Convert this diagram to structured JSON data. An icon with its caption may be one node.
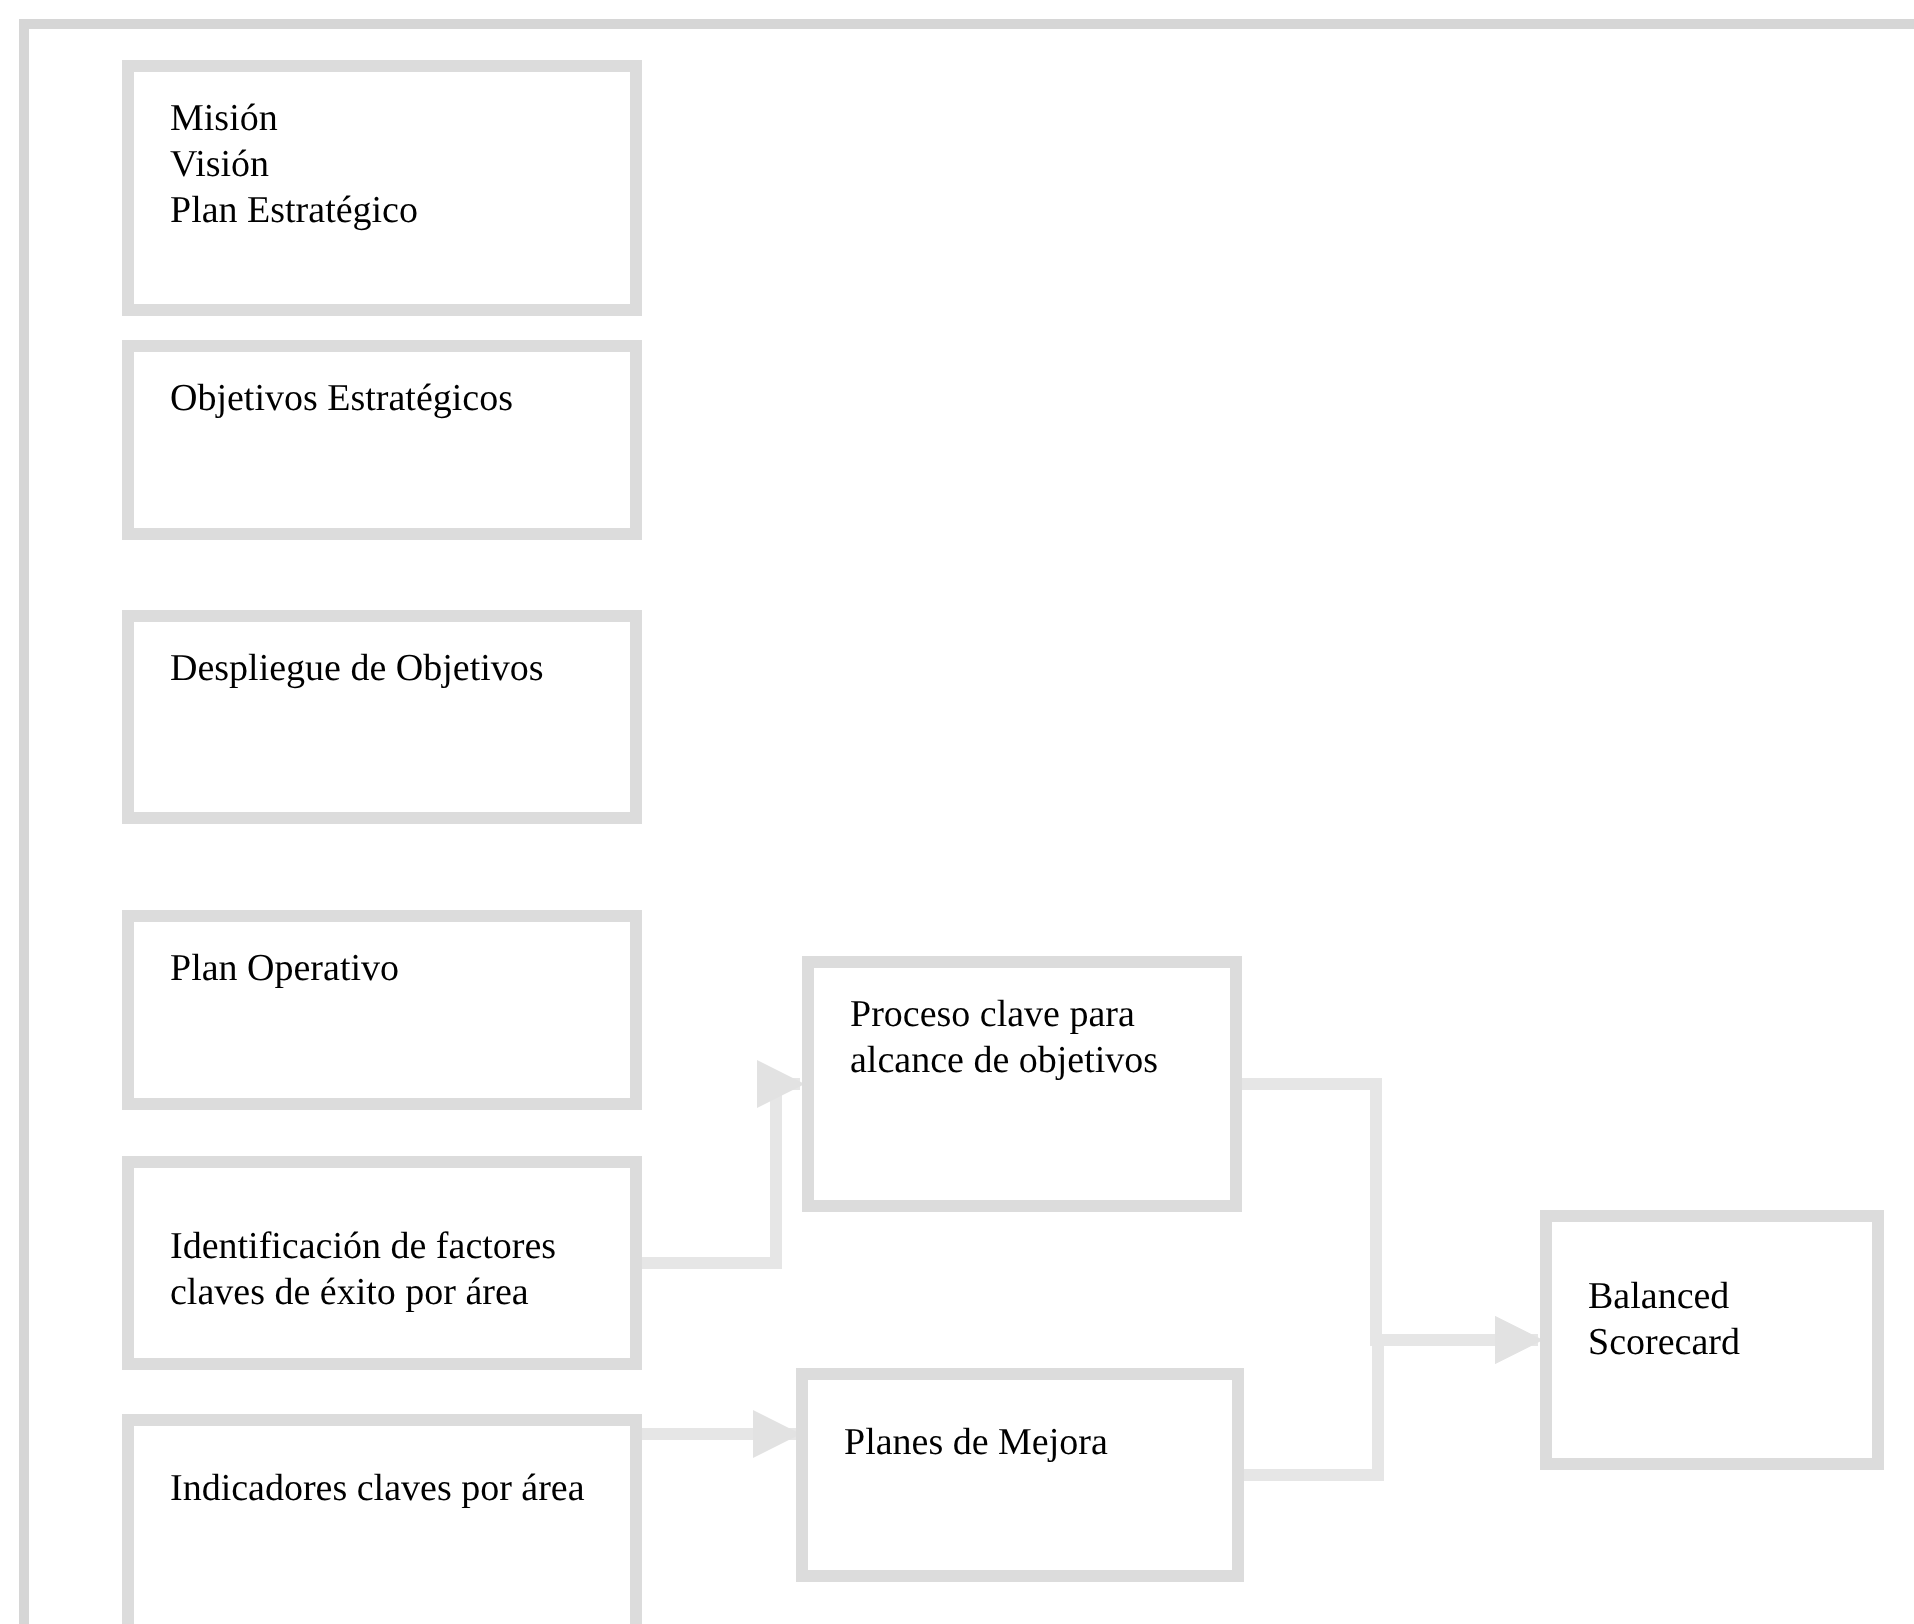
{
  "diagram": {
    "nodes": [
      {
        "text": [
          "Misión",
          "Visión",
          "Plan Estratégico"
        ]
      },
      {
        "text": [
          "Objetivos Estratégicos"
        ]
      },
      {
        "text": [
          "Despliegue de Objetivos"
        ]
      },
      {
        "text": [
          "Plan Operativo"
        ]
      },
      {
        "text": [
          "Identificación de factores claves de éxito por área"
        ]
      },
      {
        "text": [
          "Indicadores claves por área"
        ]
      },
      {
        "text": [
          "Proceso clave para alcance de objetivos"
        ]
      },
      {
        "text": [
          "Planes de Mejora"
        ]
      },
      {
        "text": [
          "Balanced Scorecard"
        ]
      }
    ],
    "edges": [
      {
        "from": 4,
        "to": 6,
        "arrow": "to"
      },
      {
        "from": 5,
        "to": 7,
        "arrow": "to"
      },
      {
        "from": 6,
        "to": 8,
        "arrow": "to"
      },
      {
        "from": 7,
        "to": 8,
        "arrow": "to"
      }
    ]
  }
}
